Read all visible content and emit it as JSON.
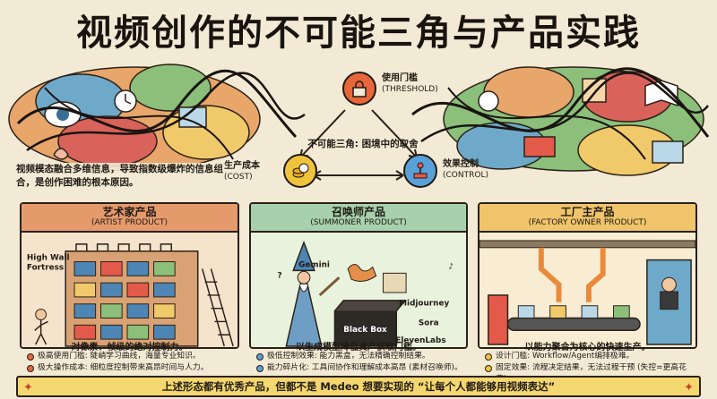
{
  "title": "视频创作的不可能三角与产品实践",
  "intro_text": "视频模态融合多维信息，导致指数级爆炸的信息组合，是创作困难的根本原因。",
  "triangle": {
    "center_label": "不可能三角: 困境中的取舍",
    "threshold": {
      "cn": "使用门槛",
      "en": "(THRESHOLD)",
      "icon": "lock-icon"
    },
    "cost": {
      "cn": "生产成本",
      "en": "(COST)",
      "icon": "coins-icon"
    },
    "control": {
      "cn": "效果控制",
      "en": "(CONTROL)",
      "icon": "joystick-icon"
    }
  },
  "panels": [
    {
      "title": "艺术家产品",
      "subtitle": "(ARTIST PRODUCT)",
      "art_label": "High Wall Fortress",
      "summary": "对像素、帧级的绝对控制力。",
      "bullets": [
        "极高使用门槛: 陡峭学习曲线，海量专业知识。",
        "极大操作成本: 细粒度控制带来高昂时间与人力。"
      ]
    },
    {
      "title": "召唤师产品",
      "subtitle": "(SUMMONER PRODUCT)",
      "art_labels": [
        "Gemini",
        "Midjourney",
        "Sora",
        "ElevenLabs",
        "Black Box"
      ],
      "summary": "以生成模型降低资产获取门槛。",
      "bullets": [
        "极低控制效果: 能力黑盒，无法精确控制结果。",
        "能力碎片化: 工具间协作和理解成本高昂 (素材召唤师)。"
      ]
    },
    {
      "title": "工厂主产品",
      "subtitle": "(FACTORY OWNER PRODUCT)",
      "summary": "以能力聚合为核心的快速生产。",
      "bullets": [
        "设计门槛: Workflow/Agent编排极难。",
        "固定效果: 流程决定结果，无法过程干预 (失控=更高花费)。"
      ]
    }
  ],
  "banner": "上述形态都有优秀产品，但都不是 Medeo 想要实现的 “让每个人都能够用视频表达”",
  "colors": {
    "background": "#f3ead5",
    "artist": "#e59a6c",
    "summoner": "#a7d1ac",
    "factory": "#f0c46a",
    "banner": "#f4d76e",
    "threshold": "#e8673a",
    "cost": "#f0c33c",
    "control": "#5aa0d8"
  }
}
